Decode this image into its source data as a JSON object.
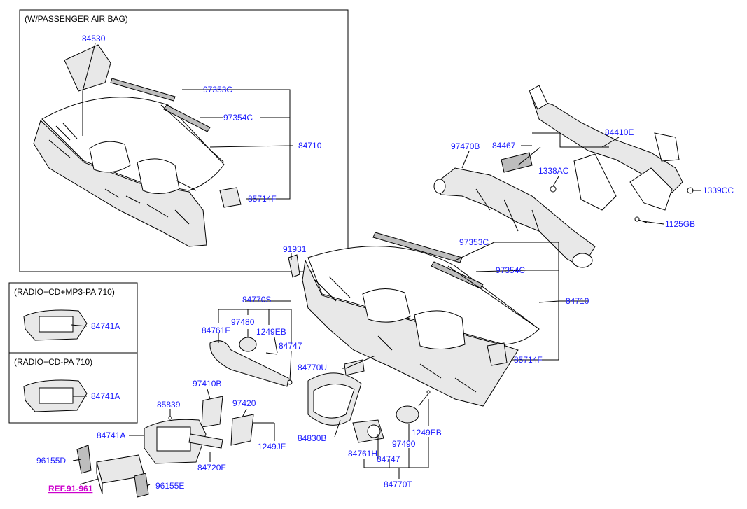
{
  "boxes": {
    "passenger_airbag": "(W/PASSENGER AIR BAG)",
    "radio_mp3": "(RADIO+CD+MP3-PA 710)",
    "radio_cd": "(RADIO+CD-PA 710)"
  },
  "labels": {
    "l84530": "84530",
    "l97353c_top": "97353C",
    "l97354c_top": "97354C",
    "l84710_top": "84710",
    "l85714f_top": "85714F",
    "l97470b": "97470B",
    "l84467": "84467",
    "l84410e": "84410E",
    "l1338ac": "1338AC",
    "l1339cc": "1339CC",
    "l1125gb": "1125GB",
    "l91931": "91931",
    "l97353c": "97353C",
    "l97354c": "97354C",
    "l84710": "84710",
    "l85714f": "85714F",
    "l84741a_mp3": "84741A",
    "l84741a_cd": "84741A",
    "l84770s": "84770S",
    "l84761f": "84761F",
    "l97480": "97480",
    "l1249eb_a": "1249EB",
    "l84747_a": "84747",
    "l84770u": "84770U",
    "l97410b": "97410B",
    "l85839": "85839",
    "l97420": "97420",
    "l84741a": "84741A",
    "l1249jf": "1249JF",
    "l84720f": "84720F",
    "l84830b": "84830B",
    "l96155d": "96155D",
    "l96155e": "96155E",
    "l84761h": "84761H",
    "l84747_b": "84747",
    "l97490": "97490",
    "l1249eb_b": "1249EB",
    "l84770t": "84770T"
  },
  "ref_link": "REF.91-961"
}
